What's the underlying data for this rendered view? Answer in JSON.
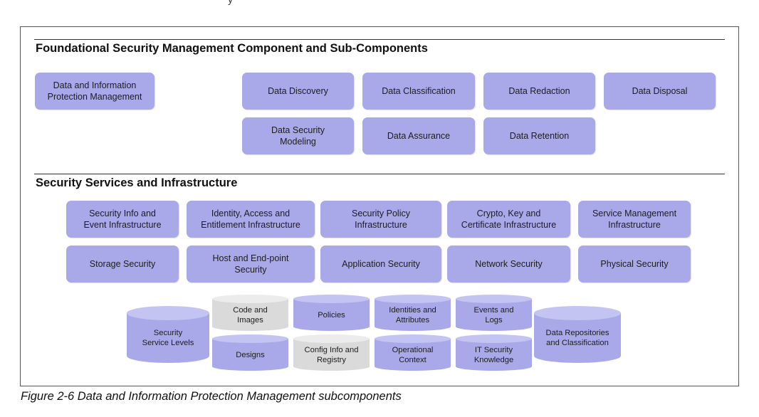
{
  "top_fragment": "y",
  "foundational": {
    "heading": "Foundational Security Management Component and Sub-Components",
    "main_component": "Data and Information\nProtection Management",
    "subcomponents": [
      "Data Discovery",
      "Data Classification",
      "Data Redaction",
      "Data Disposal",
      "Data Security\nModeling",
      "Data Assurance",
      "Data Retention"
    ]
  },
  "services": {
    "heading": "Security Services and Infrastructure",
    "row1": [
      "Security Info and\nEvent Infrastructure",
      "Identity, Access and\nEntitlement Infrastructure",
      "Security Policy\nInfrastructure",
      "Crypto, Key and\nCertificate Infrastructure",
      "Service Management\nInfrastructure"
    ],
    "row2": [
      "Storage Security",
      "Host and End-point\nSecurity",
      "Application Security",
      "Network Security",
      "Physical Security"
    ]
  },
  "repositories": [
    {
      "label": "Security\nService Levels",
      "fill": "#a9a9ea"
    },
    {
      "label": "Code and\nImages",
      "fill": "#dadada"
    },
    {
      "label": "Designs",
      "fill": "#a9a9ea"
    },
    {
      "label": "Policies",
      "fill": "#a9a9ea"
    },
    {
      "label": "Config Info and\nRegistry",
      "fill": "#dadada"
    },
    {
      "label": "Identities and\nAttributes",
      "fill": "#a9a9ea"
    },
    {
      "label": "Operational\nContext",
      "fill": "#a9a9ea"
    },
    {
      "label": "Events and\nLogs",
      "fill": "#a9a9ea"
    },
    {
      "label": "IT Security\nKnowledge",
      "fill": "#a9a9ea"
    },
    {
      "label": "Data Repositories\nand Classification",
      "fill": "#a9a9ea"
    }
  ],
  "caption": "Figure 2-6   Data and Information Protection Management subcomponents",
  "colors": {
    "box": "#a9a9ea",
    "box_grey": "#dadada",
    "cylinder_top": "#c4c4f2",
    "cylinder_top_grey": "#ececec"
  }
}
